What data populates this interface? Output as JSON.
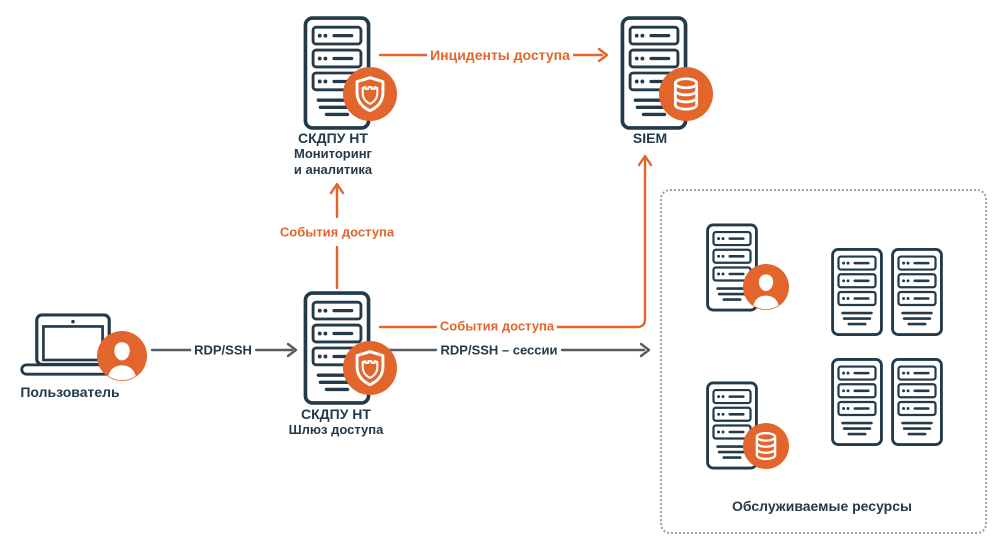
{
  "colors": {
    "orange": "#E2662C",
    "navy": "#223A4A",
    "gray": "#525C64",
    "dashed": "#8FA6B6"
  },
  "nodes": {
    "user": {
      "label": "Пользователь"
    },
    "gateway": {
      "title": "СКДПУ НТ",
      "subtitle": "Шлюз доступа"
    },
    "monitoring": {
      "title": "СКДПУ НТ",
      "subtitle1": "Мониторинг",
      "subtitle2": "и аналитика"
    },
    "siem": {
      "label": "SIEM"
    },
    "resources": {
      "label": "Обслуживаемые ресурсы"
    }
  },
  "edges": {
    "rdp_ssh": {
      "label": "RDP/SSH"
    },
    "events_up": {
      "label": "События доступа"
    },
    "incidents": {
      "label": "Инциденты доступа"
    },
    "events_right": {
      "label": "События доступа"
    },
    "sessions": {
      "label": "RDP/SSH – сессии"
    }
  },
  "icons": {
    "laptop": "laptop-icon",
    "user_avatar": "user-avatar-icon",
    "shield": "security-shield-icon",
    "database": "database-icon",
    "server": "server-tower-icon"
  }
}
